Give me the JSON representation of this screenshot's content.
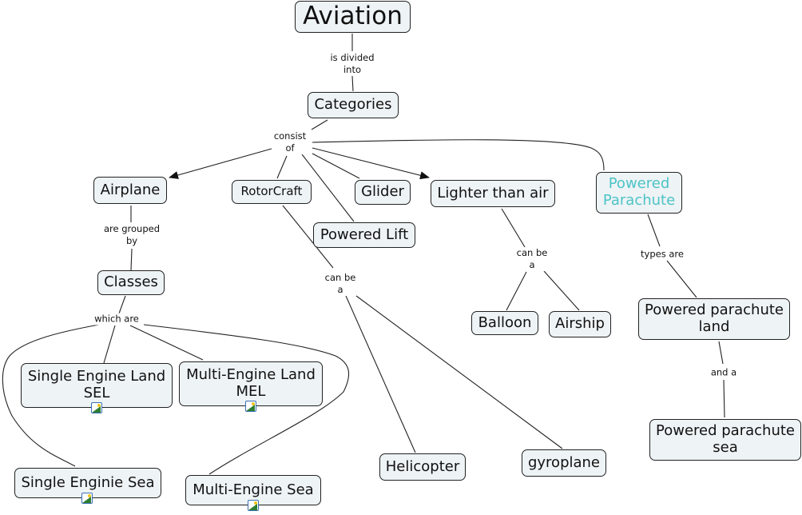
{
  "colors": {
    "node_fill": "#eef3f5",
    "node_border": "#222222",
    "text": "#111111",
    "highlight_text": "#4cc3c6",
    "line": "#222222",
    "image_icon": "#3a6fb3"
  },
  "concepts": {
    "aviation": "Aviation",
    "categories": "Categories",
    "airplane": "Airplane",
    "rotorcraft": "RotorCraft",
    "glider": "Glider",
    "lighter_than_air": "Lighter than air",
    "powered_parachute": "Powered\nParachute",
    "powered_lift": "Powered Lift",
    "classes": "Classes",
    "sel": "Single Engine Land\nSEL",
    "mel": "Multi-Engine Land\nMEL",
    "single_engine_sea": "Single Enginie Sea",
    "multi_engine_sea": "Multi-Engine Sea",
    "helicopter": "Helicopter",
    "gyroplane": "gyroplane",
    "balloon": "Balloon",
    "airship": "Airship",
    "pp_land": "Powered parachute\nland",
    "pp_sea": "Powered parachute\nsea"
  },
  "linking_phrases": {
    "is_divided_into": "is divided\ninto",
    "consist_of": "consist\nof",
    "are_grouped_by": "are grouped\nby",
    "which_are": "which are",
    "rotor_can_be_a": "can be\na",
    "lta_can_be_a": "can be\na",
    "types_are": "types are",
    "and_a": "and a"
  },
  "icons": {
    "image_attachment": "image-icon"
  }
}
